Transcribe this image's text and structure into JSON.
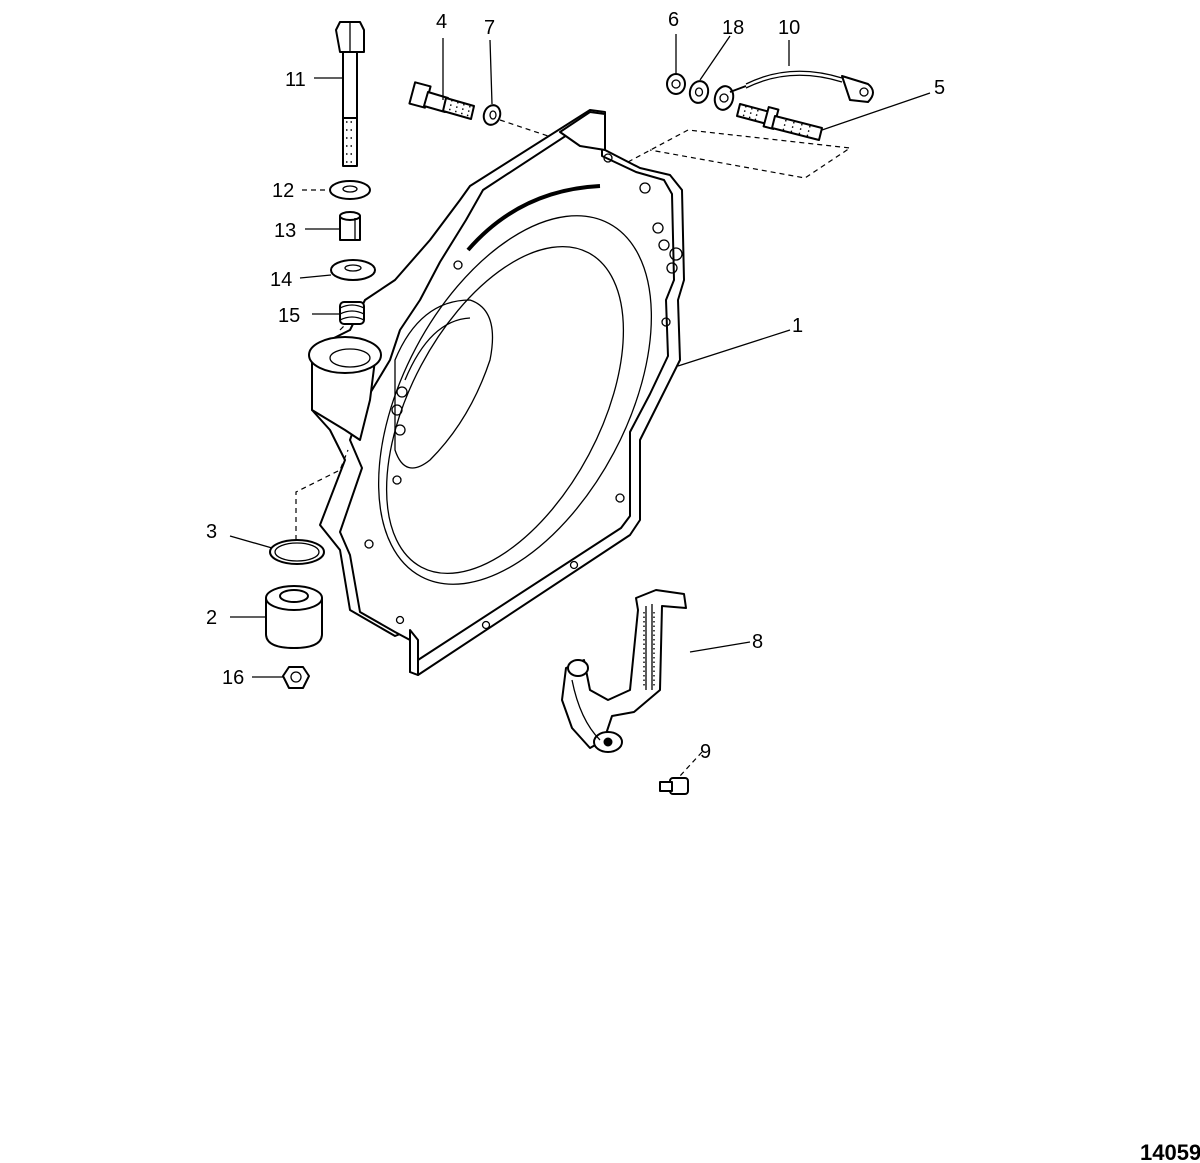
{
  "figure_number": "14059",
  "callouts": [
    {
      "id": "1",
      "label": "1"
    },
    {
      "id": "2",
      "label": "2"
    },
    {
      "id": "3",
      "label": "3"
    },
    {
      "id": "4",
      "label": "4"
    },
    {
      "id": "5",
      "label": "5"
    },
    {
      "id": "6",
      "label": "6"
    },
    {
      "id": "7",
      "label": "7"
    },
    {
      "id": "8",
      "label": "8"
    },
    {
      "id": "9",
      "label": "9"
    },
    {
      "id": "10",
      "label": "10"
    },
    {
      "id": "11",
      "label": "11"
    },
    {
      "id": "12",
      "label": "12"
    },
    {
      "id": "13",
      "label": "13"
    },
    {
      "id": "14",
      "label": "14"
    },
    {
      "id": "15",
      "label": "15"
    },
    {
      "id": "16",
      "label": "16"
    },
    {
      "id": "18",
      "label": "18"
    }
  ]
}
